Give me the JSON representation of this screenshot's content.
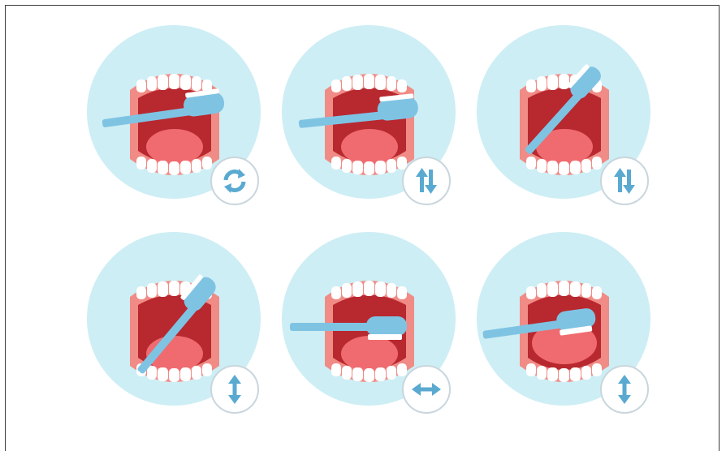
{
  "illustration": {
    "colors": {
      "background_circle": "#cdeef4",
      "gum": "#f08b86",
      "gum_dark": "#e2716d",
      "mouth_interior": "#b8282f",
      "tongue": "#ef6b6f",
      "tooth": "#ffffff",
      "brush": "#7fc3e3",
      "brush_dark": "#5aa9d1",
      "bristles": "#ffffff",
      "badge_icon": "#5aa9d1",
      "badge_border": "#c9d6dd"
    },
    "steps": [
      {
        "brush_position": "outer-surface",
        "motion_icon": "rotate-arrows-icon"
      },
      {
        "brush_position": "outer-surface",
        "motion_icon": "up-down-arrows-icon"
      },
      {
        "brush_position": "inner-front-angled",
        "motion_icon": "up-down-arrows-icon"
      },
      {
        "brush_position": "inner-lower-angled",
        "motion_icon": "vertical-double-arrow-icon"
      },
      {
        "brush_position": "chewing-surface",
        "motion_icon": "horizontal-double-arrow-icon"
      },
      {
        "brush_position": "tongue",
        "motion_icon": "vertical-double-arrow-icon"
      }
    ]
  }
}
